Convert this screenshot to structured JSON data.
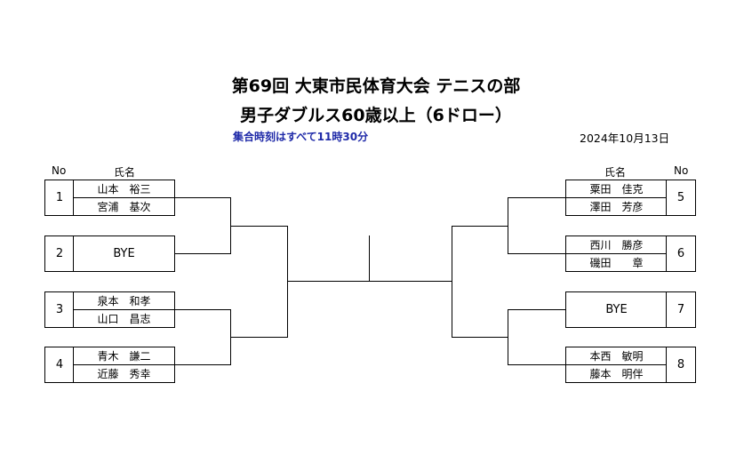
{
  "title": "第69回 大東市民体育大会 テニスの部",
  "subtitle": "男子ダブルス60歳以上（6ドロー）",
  "meeting_time": "集合時刻はすべて11時30分",
  "date": "2024年10月13日",
  "headers": {
    "no": "No",
    "name": "氏名"
  },
  "left": [
    {
      "no": "1",
      "players": [
        "山本　裕三",
        "宮浦　基次"
      ]
    },
    {
      "no": "2",
      "bye": "BYE"
    },
    {
      "no": "3",
      "players": [
        "泉本　和孝",
        "山口　昌志"
      ]
    },
    {
      "no": "4",
      "players": [
        "青木　謙二",
        "近藤　秀幸"
      ]
    }
  ],
  "right": [
    {
      "no": "5",
      "players": [
        "粟田　佳克",
        "澤田　芳彦"
      ]
    },
    {
      "no": "6",
      "players": [
        "西川　勝彦",
        "磯田　　章"
      ]
    },
    {
      "no": "7",
      "bye": "BYE"
    },
    {
      "no": "8",
      "players": [
        "本西　敏明",
        "藤本　明伴"
      ]
    }
  ]
}
